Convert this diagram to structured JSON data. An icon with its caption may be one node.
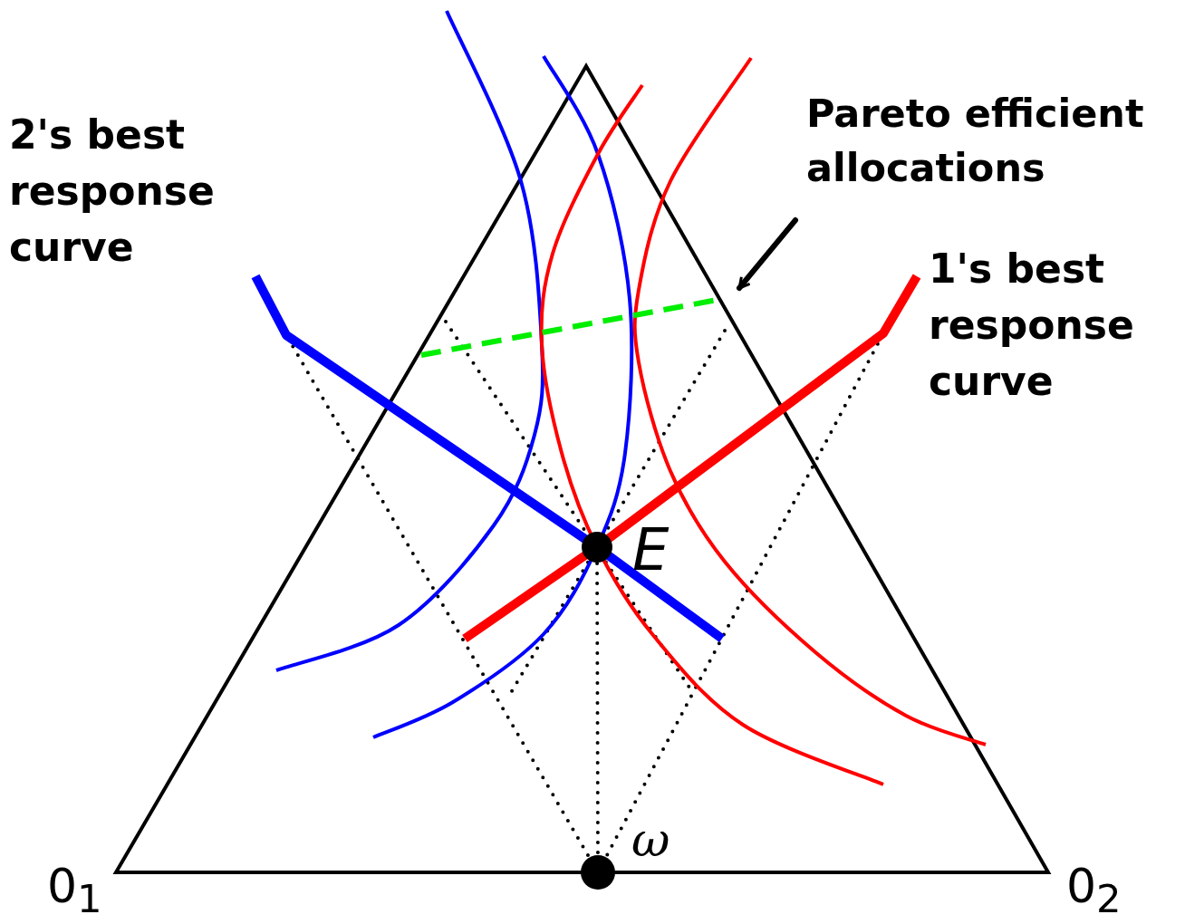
{
  "diagram": {
    "nodes": [
      {
        "text": [
          "Pareto efficient allocations"
        ]
      },
      {
        "text": [],
        "shape": "line"
      }
    ],
    "edges": [
      {
        "from": 0,
        "to": 1,
        "arrow": "to"
      }
    ],
    "labels": [
      "2's best response curve",
      "1's best response curve",
      "E",
      "ω",
      "0$_{1}$",
      "0$_{2}$"
    ]
  }
}
